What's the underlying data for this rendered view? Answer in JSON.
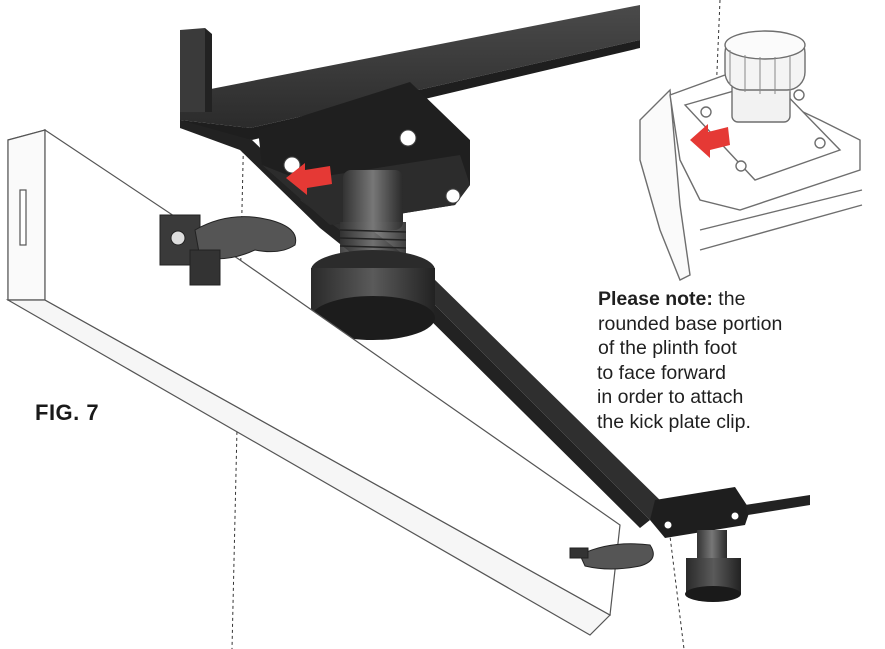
{
  "figure": {
    "label": "FIG. 7"
  },
  "note": {
    "bold_prefix": "Please note:",
    "first_line_rest": " the",
    "lines": [
      "rounded base portion",
      "of the plinth foot",
      "to face forward",
      "in order to attach",
      "the kick plate clip."
    ]
  },
  "colors": {
    "rail_dark": "#3b3b3b",
    "rail_side": "#2a2a2a",
    "plate": "#1e1e1e",
    "panel": "#ffffff",
    "arrow": "#e53935",
    "inset_line": "#6e6e6e"
  }
}
